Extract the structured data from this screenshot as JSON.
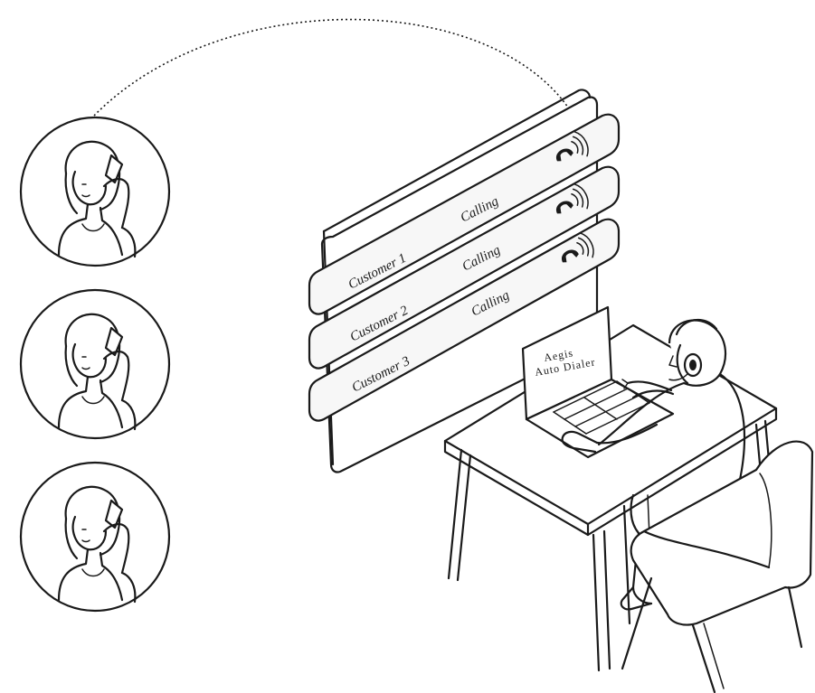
{
  "customers": [
    {
      "name": "Customer 1",
      "status": "Calling"
    },
    {
      "name": "Customer 2",
      "status": "Calling"
    },
    {
      "name": "Customer 3",
      "status": "Calling"
    }
  ],
  "laptop": {
    "line1": "Aegis",
    "line2": "Auto Dialer"
  },
  "colors": {
    "ink": "#1a1a1a",
    "background": "#ffffff"
  },
  "icons": [
    "phone-ringing-icon",
    "customer-avatar",
    "agent-with-headset"
  ]
}
